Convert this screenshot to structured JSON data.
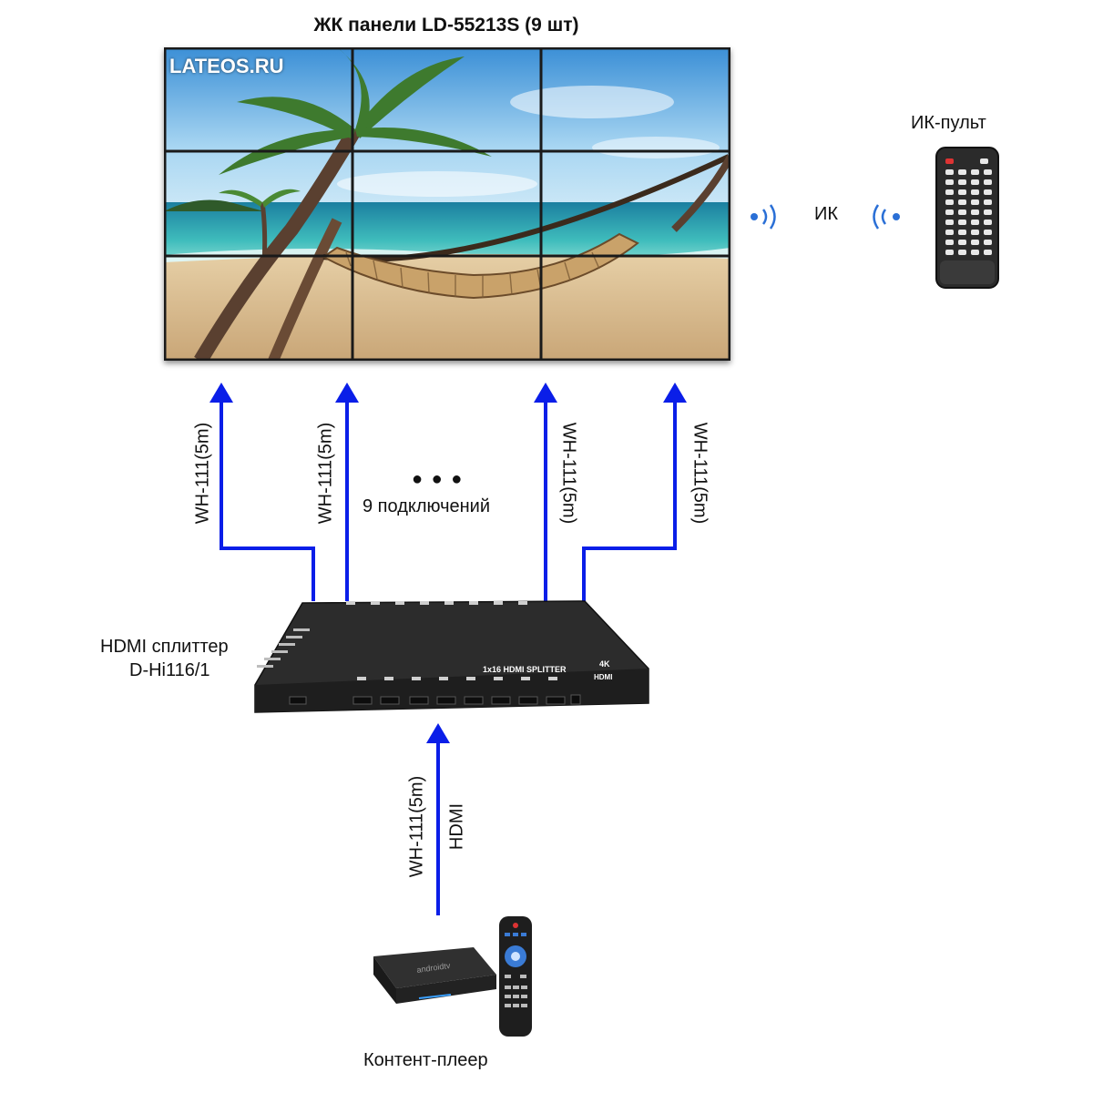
{
  "title": "ЖК панели LD-55213S (9 шт)",
  "watermark": "LATEOS.RU",
  "remote": {
    "label": "ИК-пульт",
    "ir_label": "ИК"
  },
  "splitter": {
    "label_line1": "HDMI сплиттер",
    "label_line2": "D-Hi116/1",
    "device_text": "1x16 HDMI SPLITTER",
    "badge_4k": "4K",
    "badge_hdmi": "HDMI"
  },
  "connections": {
    "outputs": [
      "WH-111(5m)",
      "WH-111(5m)",
      "WH-111(5m)",
      "WH-111(5m)"
    ],
    "dots": "● ● ●",
    "count_label": "9 подключений",
    "input_cable": "WH-111(5m)",
    "input_type": "HDMI"
  },
  "player": {
    "label": "Контент-плеер",
    "device_text": "androidtv"
  },
  "colors": {
    "arrow": "#0a1ee8",
    "panel_bezel": "#111111",
    "device_body": "#2a2a2a"
  }
}
